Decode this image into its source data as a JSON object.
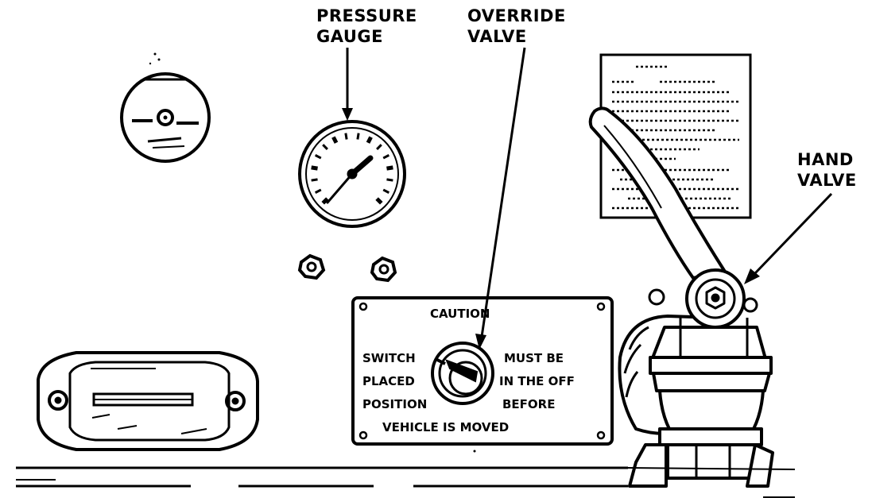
{
  "callouts": {
    "pressure_gauge": [
      "PRESSURE",
      "GAUGE"
    ],
    "override_valve": [
      "OVERRIDE",
      "VALVE"
    ],
    "hand_valve": [
      "HAND",
      "VALVE"
    ]
  },
  "caution_plate": {
    "heading": "CAUTION",
    "left_lines": [
      "SWITCH",
      "PLACED",
      "POSITION"
    ],
    "right_lines": [
      "MUST BE",
      "IN THE OFF",
      "BEFORE"
    ],
    "bottom_line": "VEHICLE IS MOVED"
  }
}
